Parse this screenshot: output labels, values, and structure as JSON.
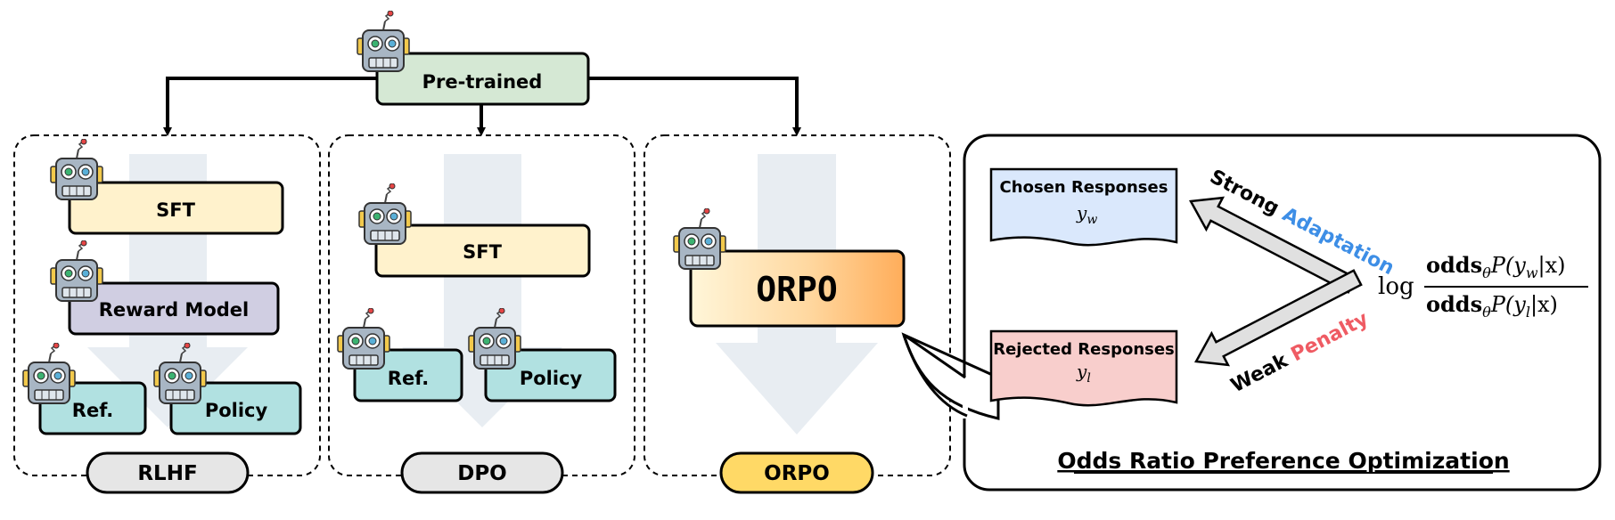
{
  "top": {
    "label": "Pre-trained"
  },
  "panels": {
    "rlhf": {
      "label": "RLHF",
      "sft": "SFT",
      "reward": "Reward Model",
      "ref": "Ref.",
      "policy": "Policy"
    },
    "dpo": {
      "label": "DPO",
      "sft": "SFT",
      "ref": "Ref.",
      "policy": "Policy"
    },
    "orpo": {
      "label": "ORPO",
      "model": "ORPO"
    }
  },
  "detail": {
    "title": "Odds Ratio Preference Optimization",
    "chosen": {
      "label": "Chosen Responses",
      "symbol": "y",
      "sub": "w"
    },
    "rejected": {
      "label": "Rejected Responses",
      "symbol": "y",
      "sub": "l"
    },
    "strong": {
      "word1": "Strong",
      "word2": "Adaptation"
    },
    "weak": {
      "word1": "Weak",
      "word2": "Penalty"
    },
    "formula": {
      "log": "log",
      "numerator": {
        "odds": "odds",
        "theta": "θ",
        "p": "P(y",
        "sub": "w",
        "tail": "|x)"
      },
      "denominator": {
        "odds": "odds",
        "theta": "θ",
        "p": "P(y",
        "sub": "l",
        "tail": "|x)"
      }
    }
  },
  "colors": {
    "pretrained": "#d5e8d4",
    "sft": "#fff2cc",
    "reward": "#d0cee2",
    "ref_policy": "#b1e1e1",
    "chosen": "#dae8fc",
    "rejected": "#f8cecc",
    "pill_gray": "#e6e6e6",
    "pill_orpo": "#ffd966",
    "adaptation": "#3d8ee6",
    "penalty": "#ef5b63"
  },
  "icons": [
    "robot-icon",
    "downward-arrow-icon"
  ]
}
